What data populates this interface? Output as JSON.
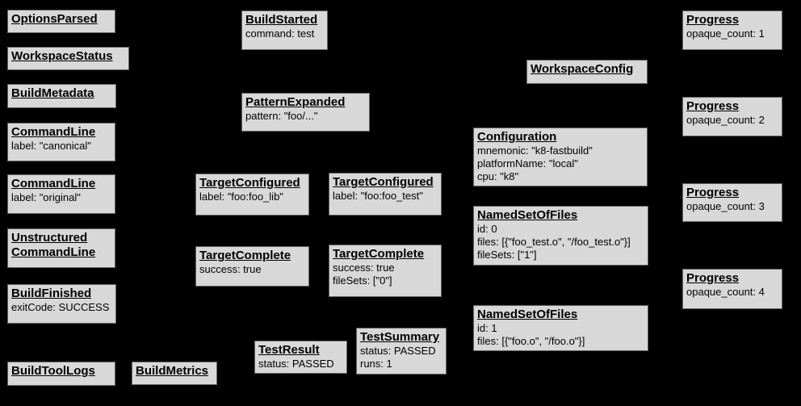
{
  "diagram": {
    "colors": {
      "background": "#000000",
      "node_fill": "#d8d8d8",
      "node_border": "#636363",
      "text": "#000000"
    },
    "nodes": [
      {
        "title": "OptionsParsed",
        "lines": []
      },
      {
        "title": "WorkspaceStatus",
        "lines": []
      },
      {
        "title": "BuildMetadata",
        "lines": []
      },
      {
        "title": "CommandLine",
        "lines": [
          "label: \"canonical\""
        ]
      },
      {
        "title": "CommandLine",
        "lines": [
          "label: \"original\""
        ]
      },
      {
        "title": "Unstructured CommandLine",
        "lines": []
      },
      {
        "title": "BuildFinished",
        "lines": [
          "exitCode: SUCCESS"
        ]
      },
      {
        "title": "BuildToolLogs",
        "lines": []
      },
      {
        "title": "BuildMetrics",
        "lines": []
      },
      {
        "title": "BuildStarted",
        "lines": [
          "command: test"
        ]
      },
      {
        "title": "PatternExpanded",
        "lines": [
          "pattern: \"foo/...\""
        ]
      },
      {
        "title": "TargetConfigured",
        "lines": [
          "label: \"foo:foo_lib\""
        ]
      },
      {
        "title": "TargetConfigured",
        "lines": [
          "label: \"foo:foo_test\""
        ]
      },
      {
        "title": "TargetComplete",
        "lines": [
          "success: true"
        ]
      },
      {
        "title": "TargetComplete",
        "lines": [
          "success: true",
          "fileSets: [\"0\"]"
        ]
      },
      {
        "title": "TestResult",
        "lines": [
          "status: PASSED"
        ]
      },
      {
        "title": "TestSummary",
        "lines": [
          "status: PASSED",
          "runs: 1"
        ]
      },
      {
        "title": "WorkspaceConfig",
        "lines": []
      },
      {
        "title": "Configuration",
        "lines": [
          "mnemonic: \"k8-fastbuild\"",
          "platformName: \"local\"",
          "cpu: \"k8\""
        ]
      },
      {
        "title": "NamedSetOfFiles",
        "lines": [
          "id: 0",
          "files: [{\"foo_test.o\", \"/foo_test.o\"}]",
          "fileSets: [\"1\"]"
        ]
      },
      {
        "title": "NamedSetOfFiles",
        "lines": [
          "id: 1",
          "files: [{\"foo.o\", \"/foo.o\"}]"
        ]
      },
      {
        "title": "Progress",
        "lines": [
          "opaque_count: 1"
        ]
      },
      {
        "title": "Progress",
        "lines": [
          "opaque_count: 2"
        ]
      },
      {
        "title": "Progress",
        "lines": [
          "opaque_count: 3"
        ]
      },
      {
        "title": "Progress",
        "lines": [
          "opaque_count: 4"
        ]
      }
    ]
  }
}
